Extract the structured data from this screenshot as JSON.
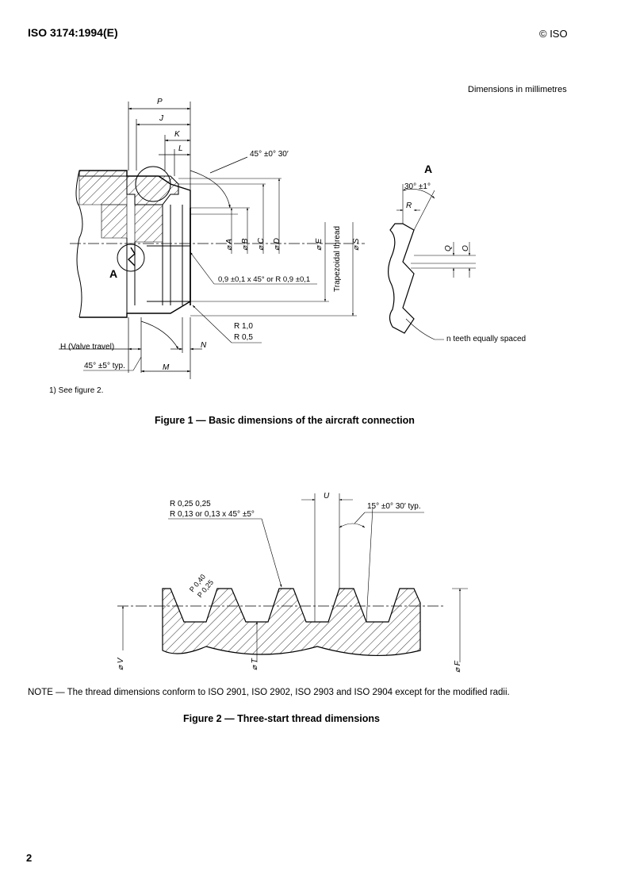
{
  "header": {
    "standard": "ISO 3174:1994(E)",
    "copyright": "© ISO"
  },
  "units_note": "Dimensions in millimetres",
  "figure1": {
    "caption": "Figure 1 — Basic dimensions of the aircraft connection",
    "footnote": "1) See figure 2.",
    "footnote_marker": "1)",
    "labels": {
      "P": "P",
      "J": "J",
      "K": "K",
      "L": "L",
      "M": "M",
      "N": "N",
      "angle_top": "45° ±0° 30′",
      "detail_a": "A",
      "dia_A": "⌀ A",
      "dia_B": "⌀ B",
      "dia_C": "⌀ C",
      "dia_D": "⌀ D",
      "dia_E": "⌀ E",
      "dia_S": "⌀ S",
      "trapezoidal": "Trapezoidal thread",
      "chamfer": "0,9 ±0,1 x 45° or R 0,9 ±0,1",
      "r10": "R 1,0",
      "r05": "R 0,5",
      "valve_travel": "H (Valve travel)",
      "angle_typ": "45° ±5° typ.",
      "detail_angle": "30° ±1°",
      "R": "R",
      "Q": "Q",
      "O": "O",
      "teeth": "n teeth equally spaced"
    }
  },
  "figure2": {
    "caption": "Figure 2 — Three-start thread dimensions",
    "labels": {
      "r025": "R 0,25   0,25",
      "r013": "R 0,13 or 0,13 x 45° ±5°",
      "U": "U",
      "angle": "15° ±0° 30′ typ.",
      "p040": "P 0,40",
      "p025": "P 0,25",
      "dia_V": "⌀ V",
      "dia_T": "⌀ T",
      "dia_F": "⌀ F"
    }
  },
  "note": "NOTE — The thread dimensions conform to ISO 2901, ISO 2902, ISO 2903 and ISO 2904 except for the modified radii.",
  "page_number": "2"
}
